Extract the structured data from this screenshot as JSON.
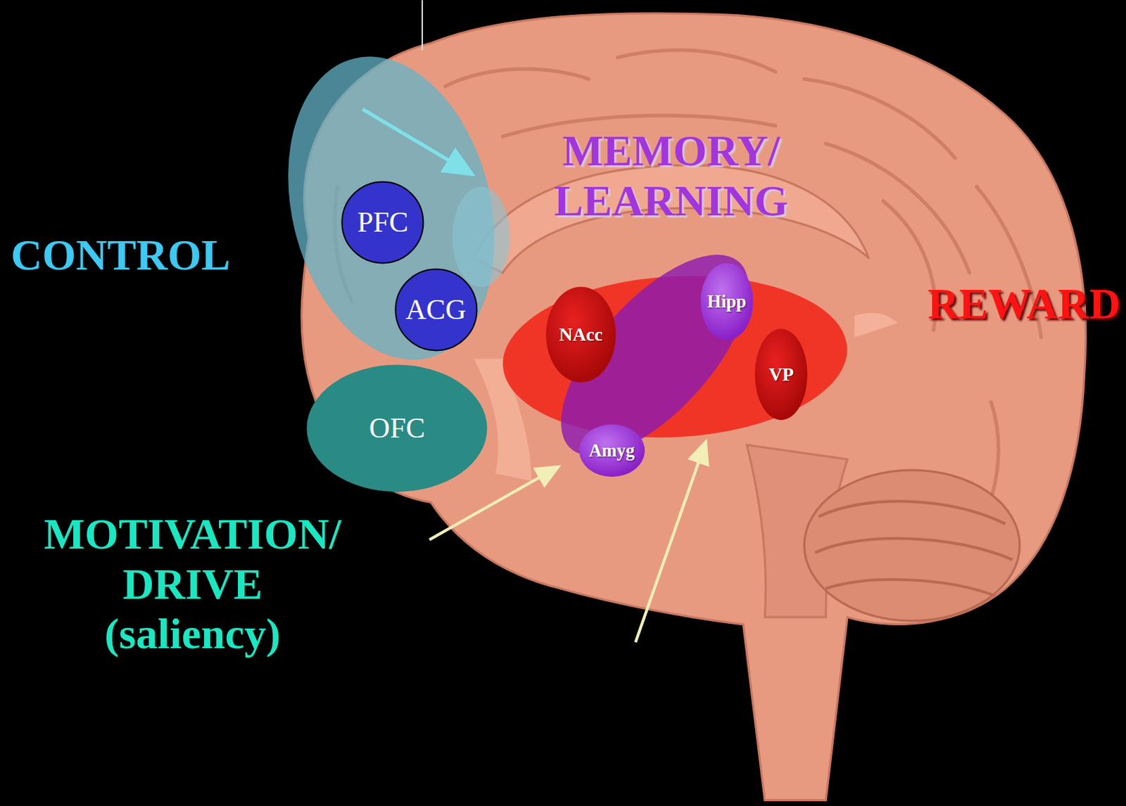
{
  "diagram": {
    "nodes": [
      {
        "text": [
          "PFC"
        ]
      },
      {
        "text": [
          "ACG"
        ]
      },
      {
        "text": [
          "OFC"
        ]
      },
      {
        "text": [
          "NAcc"
        ]
      },
      {
        "text": [
          "Hipp"
        ]
      },
      {
        "text": [
          "VP"
        ]
      },
      {
        "text": [
          "Amyg"
        ]
      }
    ],
    "labels": [
      "CONTROL",
      "MEMORY/ LEARNING",
      "REWARD",
      "MOTIVATION/ DRIVE (saliency)"
    ]
  }
}
